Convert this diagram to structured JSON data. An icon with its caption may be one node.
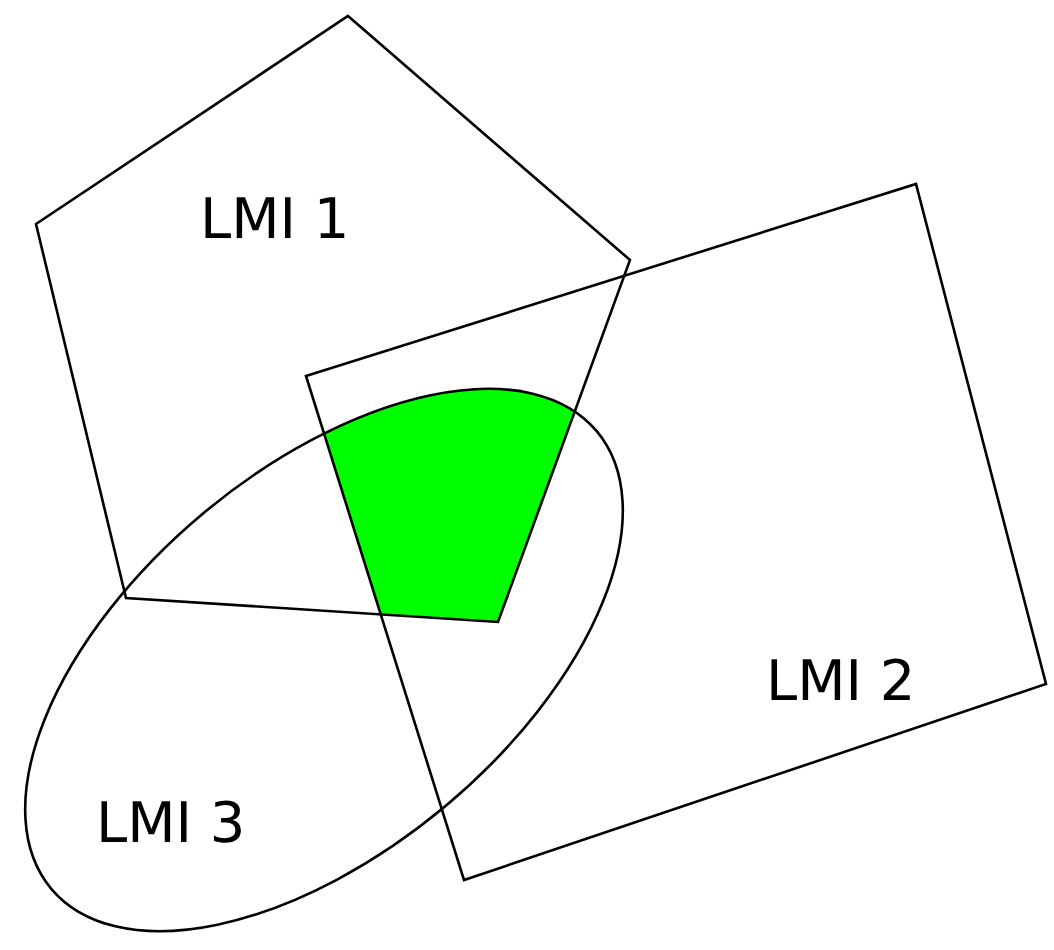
{
  "diagram": {
    "nodes": [
      {
        "text": [
          "LMI 1"
        ]
      },
      {
        "text": [
          "LMI 2"
        ]
      },
      {
        "text": [
          "LMI 3"
        ]
      }
    ]
  }
}
